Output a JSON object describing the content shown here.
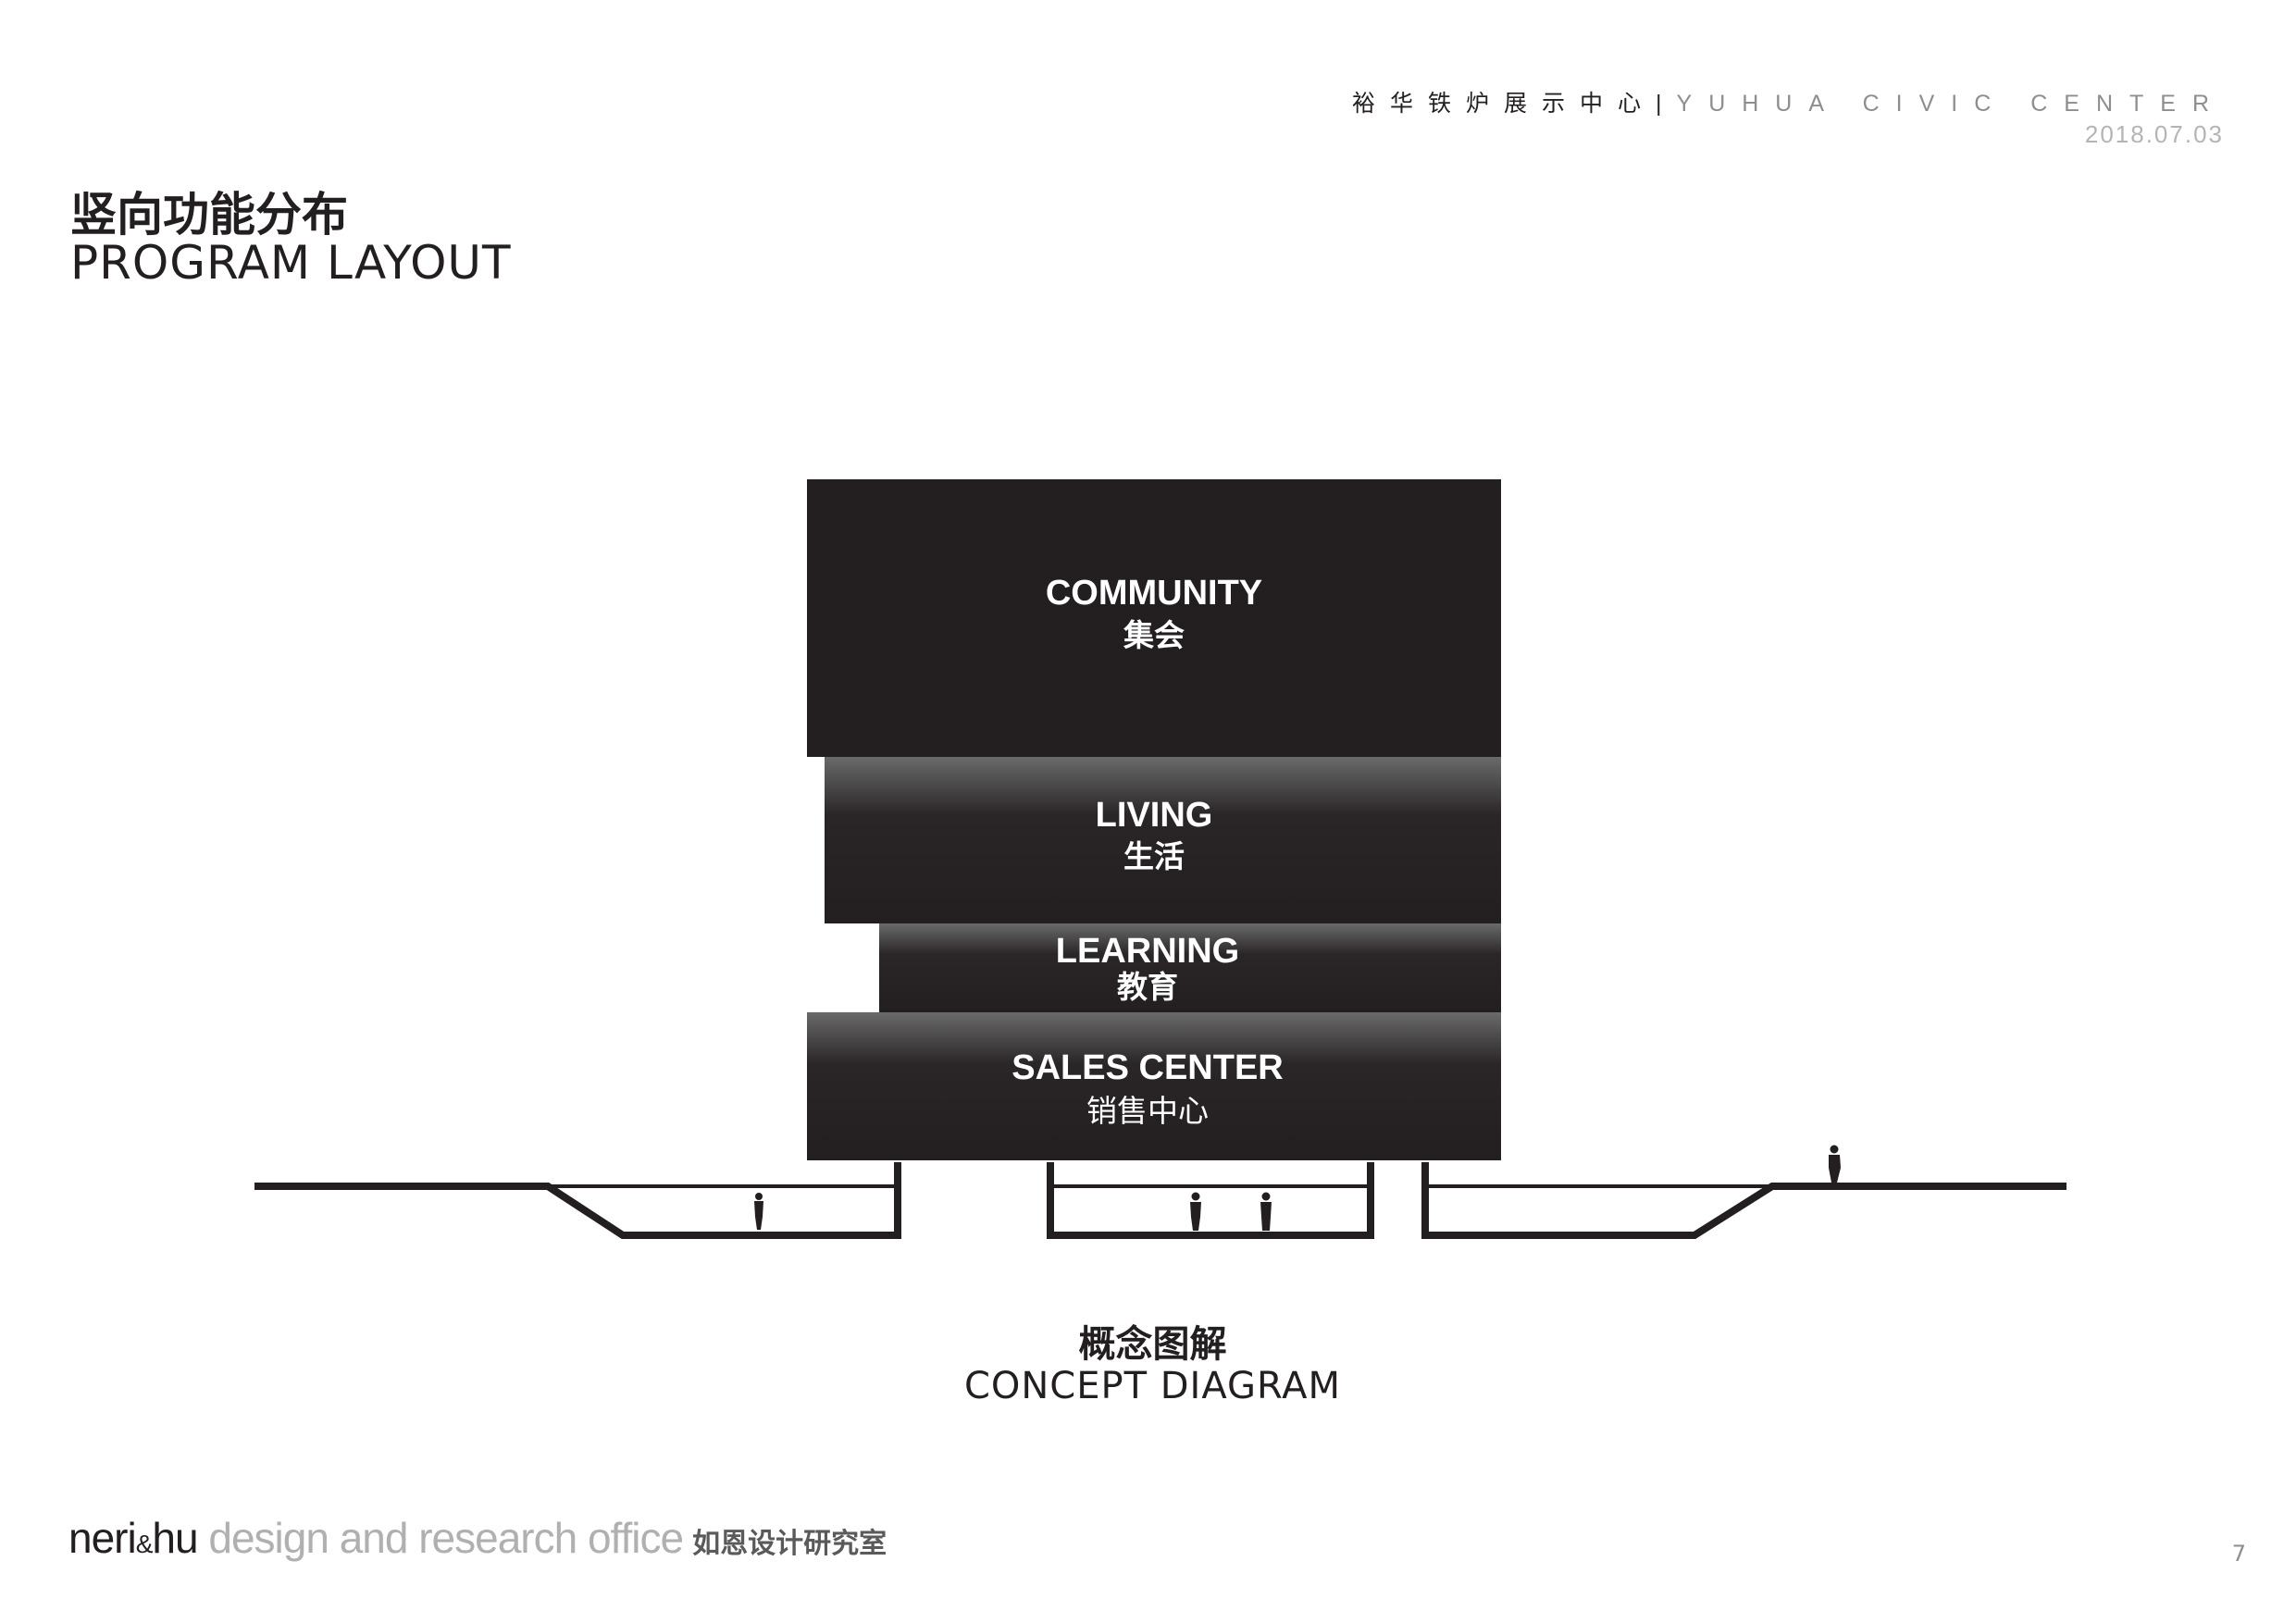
{
  "header": {
    "project_cn": "裕华铁炉展示中心",
    "separator": "|",
    "project_en": "YUHUA CIVIC CENTER",
    "date": "2018.07.03"
  },
  "title": {
    "cn": "竖向功能分布",
    "en": "PROGRAM LAYOUT"
  },
  "diagram": {
    "floors": [
      {
        "en": "COMMUNITY",
        "cn": "集会"
      },
      {
        "en": "LIVING",
        "cn": "生活"
      },
      {
        "en": "LEARNING",
        "cn": "教育"
      },
      {
        "en": "SALES CENTER",
        "cn": "销售中心"
      }
    ],
    "caption_cn": "概念图解",
    "caption_en": "CONCEPT DIAGRAM",
    "colors": {
      "block": "#231f20",
      "ground": "#231f20",
      "label": "#ffffff"
    }
  },
  "footer": {
    "brand_a": "neri",
    "brand_amp": "&",
    "brand_b": "hu",
    "office_en": " design and research office",
    "office_cn": "如恩设计研究室"
  },
  "page_number": "7"
}
